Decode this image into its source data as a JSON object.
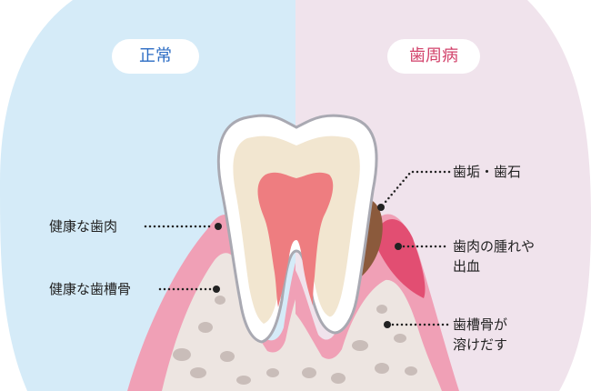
{
  "panels": {
    "normal": {
      "title": "正常",
      "color": "#2b6cc4",
      "background": "#d5ebf8"
    },
    "periodontal": {
      "title": "歯周病",
      "color": "#d2416a",
      "background": "#f0e3ec"
    }
  },
  "callouts": {
    "healthy_gum": "健康な歯肉",
    "healthy_bone": "健康な歯槽骨",
    "plaque_tartar": "歯垢・歯石",
    "gum_swelling": [
      "歯肉の腫れや",
      "出血"
    ],
    "bone_loss": [
      "歯槽骨が",
      "溶けだす"
    ]
  },
  "colors": {
    "gum": "#f0a0b6",
    "inflamed_gum": "#e24e72",
    "bone": "#ede5e1",
    "enamel": "#ffffff",
    "dentin": "#f2e6d0",
    "pulp": "#ee7d80",
    "tartar": "#8b5a3c"
  }
}
